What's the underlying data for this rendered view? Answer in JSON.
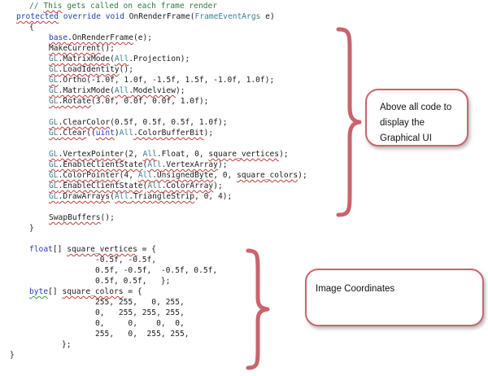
{
  "code_lines": [
    {
      "indent": 36,
      "tokens": [
        {
          "t": "// ",
          "c": "cm"
        },
        {
          "t": "This",
          "c": "cm sq"
        },
        {
          "t": " gets called on each frame render",
          "c": "cm"
        }
      ]
    },
    {
      "indent": 20,
      "tokens": [
        {
          "t": "protected",
          "c": "kw sq"
        },
        {
          "t": " "
        },
        {
          "t": "override",
          "c": "kw"
        },
        {
          "t": " "
        },
        {
          "t": "void",
          "c": "kw"
        },
        {
          "t": " OnRenderFrame("
        },
        {
          "t": "FrameEventArgs",
          "c": "ty"
        },
        {
          "t": " e)"
        }
      ]
    },
    {
      "indent": 36,
      "tokens": [
        {
          "t": "{"
        }
      ]
    },
    {
      "indent": 60,
      "tokens": [
        {
          "t": "base",
          "c": "kw sq"
        },
        {
          "t": ".OnRenderFrame",
          "c": "sq"
        },
        {
          "t": "(e);"
        }
      ]
    },
    {
      "indent": 60,
      "tokens": [
        {
          "t": "MakeCurrent",
          "c": "sq"
        },
        {
          "t": "();"
        }
      ]
    },
    {
      "indent": 60,
      "tokens": [
        {
          "t": "GL",
          "c": "ty sq"
        },
        {
          "t": ".MatrixMode",
          "c": "sq"
        },
        {
          "t": "("
        },
        {
          "t": "All",
          "c": "ty sq"
        },
        {
          "t": ".Projection);"
        }
      ]
    },
    {
      "indent": 60,
      "tokens": [
        {
          "t": "GL",
          "c": "ty sq"
        },
        {
          "t": ".LoadIdentity",
          "c": "sq"
        },
        {
          "t": "();"
        }
      ]
    },
    {
      "indent": 60,
      "tokens": [
        {
          "t": "GL",
          "c": "ty sq"
        },
        {
          "t": ".Ortho(-1.0f, 1.0f, -1.5f, 1.5f, -1.0f, 1.0f);"
        }
      ]
    },
    {
      "indent": 60,
      "tokens": [
        {
          "t": "GL",
          "c": "ty sq"
        },
        {
          "t": ".MatrixMode",
          "c": "sq"
        },
        {
          "t": "("
        },
        {
          "t": "All",
          "c": "ty sq"
        },
        {
          "t": ".Modelview",
          "c": "sq"
        },
        {
          "t": ");"
        }
      ]
    },
    {
      "indent": 60,
      "tokens": [
        {
          "t": "GL",
          "c": "ty sq"
        },
        {
          "t": ".Rotate",
          "c": "sq"
        },
        {
          "t": "(3.0f, 0.0f, 0.0f, 1.0f);"
        }
      ]
    },
    {
      "indent": 60,
      "tokens": []
    },
    {
      "indent": 60,
      "tokens": [
        {
          "t": "GL",
          "c": "ty sq"
        },
        {
          "t": ".ClearColor",
          "c": "sq"
        },
        {
          "t": "(0.5f, 0.5f, 0.5f, 1.0f);"
        }
      ]
    },
    {
      "indent": 60,
      "tokens": [
        {
          "t": "GL",
          "c": "ty sq"
        },
        {
          "t": ".Clear",
          "c": "sq"
        },
        {
          "t": "(("
        },
        {
          "t": "uint",
          "c": "kw sq"
        },
        {
          "t": ")"
        },
        {
          "t": "All",
          "c": "ty"
        },
        {
          "t": ".ColorBufferBit",
          "c": "sq"
        },
        {
          "t": ");"
        }
      ]
    },
    {
      "indent": 60,
      "tokens": []
    },
    {
      "indent": 60,
      "tokens": [
        {
          "t": "GL",
          "c": "ty sq"
        },
        {
          "t": ".VertexPointer",
          "c": "sq"
        },
        {
          "t": "(2, "
        },
        {
          "t": "All",
          "c": "ty sq"
        },
        {
          "t": ".Float, 0, "
        },
        {
          "t": "square_vertices",
          "c": "sq"
        },
        {
          "t": ");"
        }
      ]
    },
    {
      "indent": 60,
      "tokens": [
        {
          "t": "GL",
          "c": "ty sq"
        },
        {
          "t": ".EnableClientState",
          "c": "sq"
        },
        {
          "t": "("
        },
        {
          "t": "All",
          "c": "ty sq"
        },
        {
          "t": ".VertexArray",
          "c": "sq"
        },
        {
          "t": ");"
        }
      ]
    },
    {
      "indent": 60,
      "tokens": [
        {
          "t": "GL",
          "c": "ty sq"
        },
        {
          "t": ".ColorPointer",
          "c": "sq"
        },
        {
          "t": "(4, "
        },
        {
          "t": "All",
          "c": "ty sq"
        },
        {
          "t": ".UnsignedByte",
          "c": "sq"
        },
        {
          "t": ", 0, "
        },
        {
          "t": "square_colors",
          "c": "sq"
        },
        {
          "t": ");"
        }
      ]
    },
    {
      "indent": 60,
      "tokens": [
        {
          "t": "GL",
          "c": "ty sq"
        },
        {
          "t": ".EnableClientState",
          "c": "sq"
        },
        {
          "t": "("
        },
        {
          "t": "All",
          "c": "ty sq"
        },
        {
          "t": ".ColorArray",
          "c": "sq"
        },
        {
          "t": ");"
        }
      ]
    },
    {
      "indent": 60,
      "tokens": [
        {
          "t": "GL",
          "c": "ty sq"
        },
        {
          "t": ".DrawArrays",
          "c": "sq"
        },
        {
          "t": "("
        },
        {
          "t": "All",
          "c": "ty sq"
        },
        {
          "t": ".TriangleStrip",
          "c": "sq"
        },
        {
          "t": ", 0, 4);"
        }
      ]
    },
    {
      "indent": 60,
      "tokens": []
    },
    {
      "indent": 60,
      "tokens": [
        {
          "t": "SwapBuffers",
          "c": "sq"
        },
        {
          "t": "();"
        }
      ]
    },
    {
      "indent": 36,
      "tokens": [
        {
          "t": "}"
        }
      ]
    },
    {
      "indent": 36,
      "tokens": []
    },
    {
      "indent": 36,
      "tokens": [
        {
          "t": "float",
          "c": "kw"
        },
        {
          "t": "[] "
        },
        {
          "t": "square_vertices",
          "c": "sq"
        },
        {
          "t": " = {"
        }
      ]
    },
    {
      "indent": 117,
      "tokens": [
        {
          "t": "-0.5f, -0.5f,"
        }
      ]
    },
    {
      "indent": 117,
      "tokens": [
        {
          "t": "0.5f, -0.5f,  -0.5f, 0.5f,"
        }
      ]
    },
    {
      "indent": 117,
      "tokens": [
        {
          "t": "0.5f, 0.5f,   };"
        }
      ]
    },
    {
      "indent": 36,
      "tokens": [
        {
          "t": "byte",
          "c": "kw sqg"
        },
        {
          "t": "[] "
        },
        {
          "t": "square_colors",
          "c": "sq"
        },
        {
          "t": " = {"
        }
      ]
    },
    {
      "indent": 117,
      "tokens": [
        {
          "t": "255, 255,   0, 255,"
        }
      ]
    },
    {
      "indent": 117,
      "tokens": [
        {
          "t": "0,   255, 255, 255,"
        }
      ]
    },
    {
      "indent": 117,
      "tokens": [
        {
          "t": "0,     0,    0,  0,"
        }
      ]
    },
    {
      "indent": 117,
      "tokens": [
        {
          "t": "255,   0,  255, 255,"
        }
      ]
    },
    {
      "indent": 76,
      "tokens": [
        {
          "t": "};"
        }
      ]
    },
    {
      "indent": 12,
      "tokens": [
        {
          "t": "}"
        }
      ]
    }
  ],
  "callouts": {
    "gui": "Above all code to display the Graphical UI",
    "coords": "Image Coordinates"
  },
  "colors": {
    "keyword": "#1f3fb8",
    "comment": "#2f7d3f",
    "type": "#3b7f93",
    "squiggle": "#c23a3a",
    "brace": "#c9646c"
  }
}
